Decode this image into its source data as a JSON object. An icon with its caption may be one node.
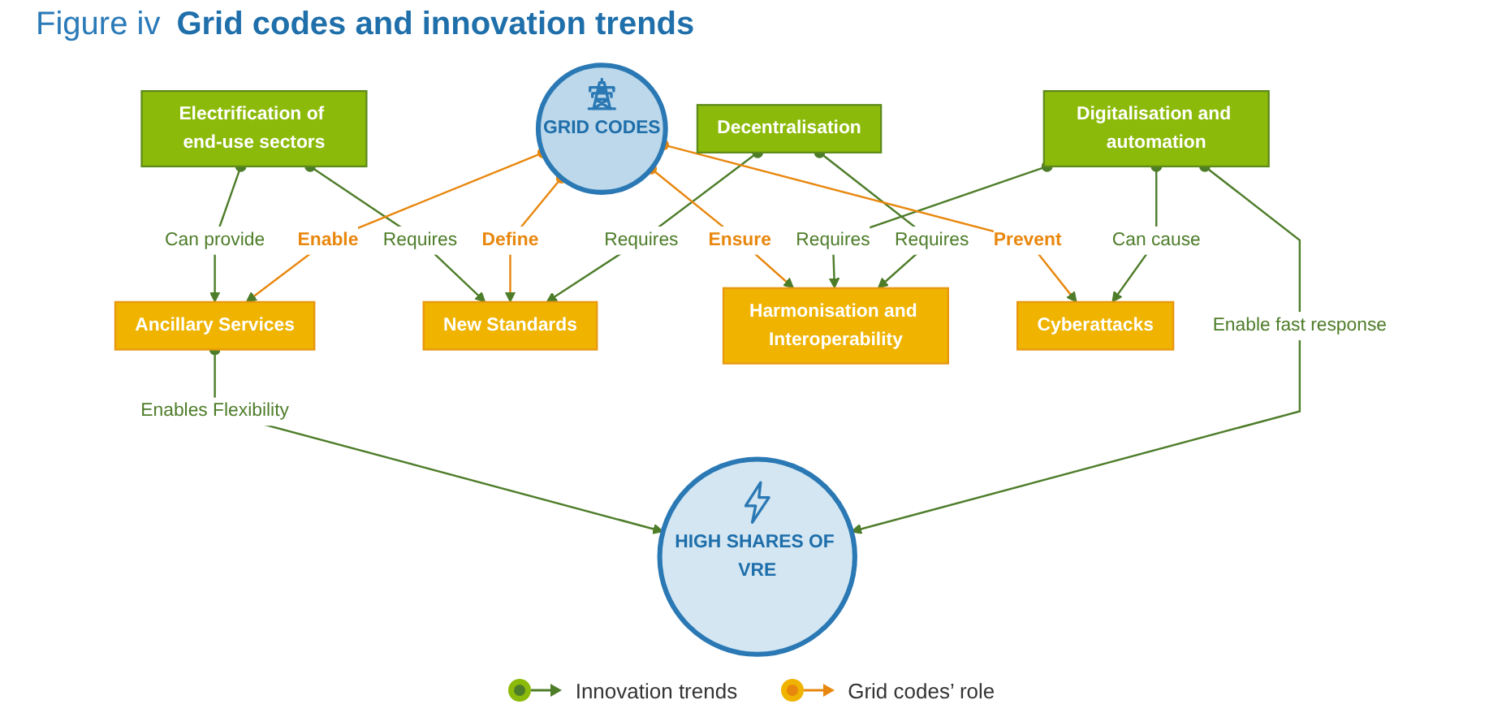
{
  "diagram": {
    "title": "Grid codes and innovation trends",
    "nodes": [
      {
        "text": [
          "Decentralisation"
        ]
      },
      {
        "text": [
          "Harmonisation and Interoperability"
        ]
      },
      {
        "text": [
          "Digitalisation and automation"
        ]
      },
      {
        "text": [
          "New Standards"
        ]
      },
      {
        "text": [
          "GRID CODES"
        ]
      },
      {
        "text": [
          "Cyberattacks"
        ]
      },
      {
        "text": [
          "Electrification of end-use sectors"
        ]
      },
      {
        "text": [
          "Ancillary Services"
        ]
      },
      {
        "text": [
          "HIGH SHARES OF VRE"
        ]
      }
    ],
    "edges": [
      {
        "from": 0,
        "to": 1,
        "arrow": "to",
        "label": "Requires"
      },
      {
        "from": 2,
        "to": 1,
        "arrow": "to",
        "label": "Requires"
      },
      {
        "from": 0,
        "to": 3,
        "arrow": "to",
        "label": "Requires"
      },
      {
        "from": 4,
        "to": 1,
        "arrow": "to",
        "label": "Ensure",
        "color": "#e8870e"
      },
      {
        "from": 2,
        "to": 5,
        "arrow": "to",
        "label": "Can cause"
      },
      {
        "from": 4,
        "to": 3,
        "arrow": "to",
        "label": "Define",
        "color": "#e8870e"
      },
      {
        "from": 4,
        "to": 5,
        "arrow": "to",
        "label": "Prevent",
        "color": "#e8870e"
      },
      {
        "from": 2,
        "to": 8,
        "arrow": "to",
        "label": "Enable fast response"
      },
      {
        "from": 6,
        "to": 3,
        "arrow": "to",
        "label": "Requires"
      },
      {
        "from": 4,
        "to": 7,
        "arrow": "to",
        "label": "Enable",
        "color": "#e8870e"
      },
      {
        "from": 6,
        "to": 7,
        "arrow": "to",
        "label": "Can provide"
      },
      {
        "from": 7,
        "to": 8,
        "arrow": "to",
        "label": "Enables Flexibility"
      }
    ],
    "labels": [
      "Figure iv"
    ],
    "legend": [
      {
        "text": "Innovation trends"
      },
      {
        "text": "Grid codes’ role"
      }
    ]
  }
}
